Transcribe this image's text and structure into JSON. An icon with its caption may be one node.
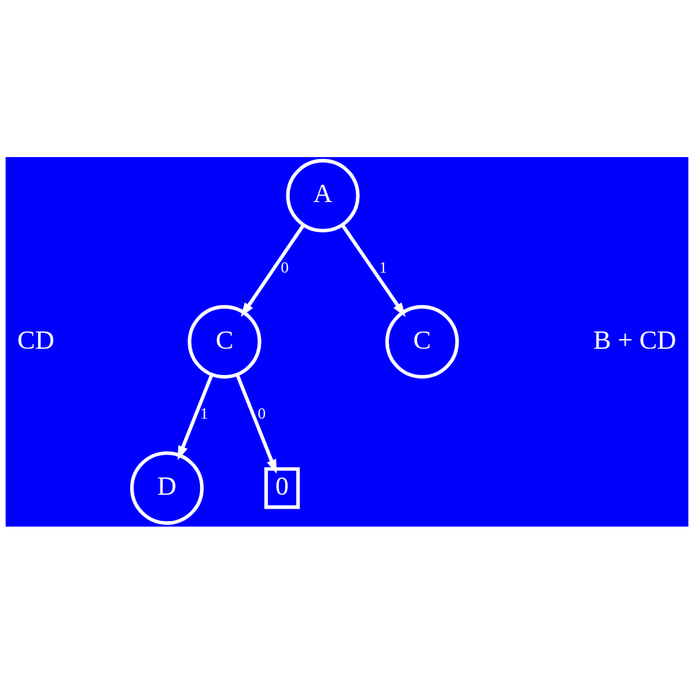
{
  "diagram": {
    "nodes": [
      {
        "text": [
          "A"
        ]
      },
      {
        "text": [
          "C"
        ]
      },
      {
        "text": [
          "C"
        ]
      },
      {
        "text": [
          "D"
        ]
      },
      {
        "text": [
          "0"
        ]
      }
    ],
    "edges": [
      {
        "from": 0,
        "to": 1,
        "arrow": "to",
        "label": "0"
      },
      {
        "from": 0,
        "to": 2,
        "arrow": "to",
        "label": "1"
      },
      {
        "from": 1,
        "to": 4,
        "arrow": "to",
        "label": "0"
      },
      {
        "from": 1,
        "to": 3,
        "arrow": "to",
        "label": "1"
      }
    ],
    "labels": [
      "CD",
      "B + CD"
    ]
  }
}
